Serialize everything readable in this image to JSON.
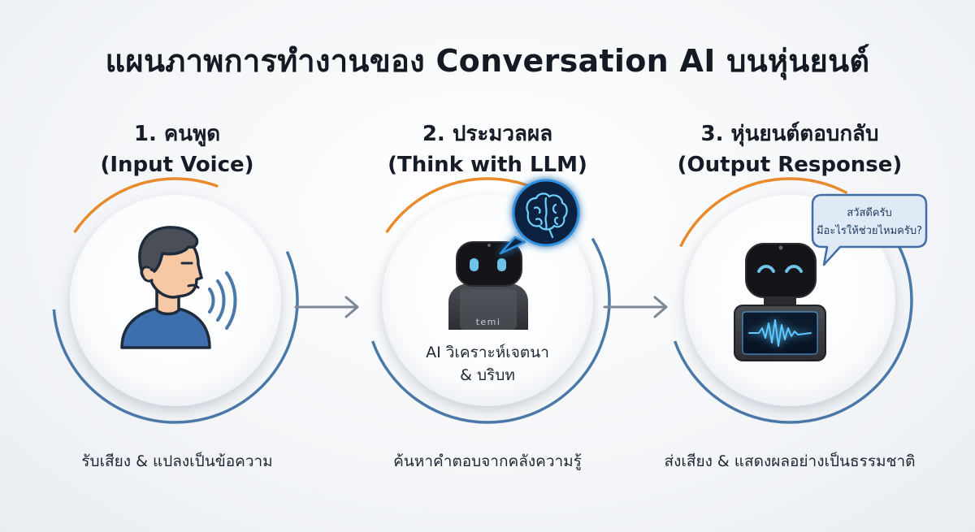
{
  "title": "แผนภาพการทำงานของ Conversation AI บนหุ่นยนต์",
  "steps": [
    {
      "heading": "1. คนพูด",
      "subheading": "(Input Voice)",
      "caption": "รับเสียง & แปลงเป็นข้อความ",
      "icon": "speaking-person-icon"
    },
    {
      "heading": "2. ประมวลผล",
      "subheading": "(Think with LLM)",
      "caption": "ค้นหาคำตอบจากคลังความรู้",
      "inner_label_1": "AI วิเคราะห์เจตนา",
      "inner_label_2": "& บริบท",
      "robot_brand": "temi",
      "icon": "brain-icon"
    },
    {
      "heading": "3. หุ่นยนต์ตอบกลับ",
      "subheading": "(Output Response)",
      "caption": "ส่งเสียง & แสดงผลอย่างเป็นธรรมชาติ",
      "speech_line_1": "สวัสดีครับ",
      "speech_line_2": "มีอะไรให้ช่วยไหมครับ?",
      "icon": "waveform-icon"
    }
  ],
  "colors": {
    "ring_blue": "#4a78a8",
    "ring_orange": "#e98a2c",
    "arrow": "#7d8896",
    "glow_blue": "#2e90e0",
    "shirt": "#3d6fae",
    "skin": "#f6c9a4",
    "robot_body": "#3a3d42",
    "robot_face": "#121316",
    "robot_eye": "#6fc3e8"
  }
}
